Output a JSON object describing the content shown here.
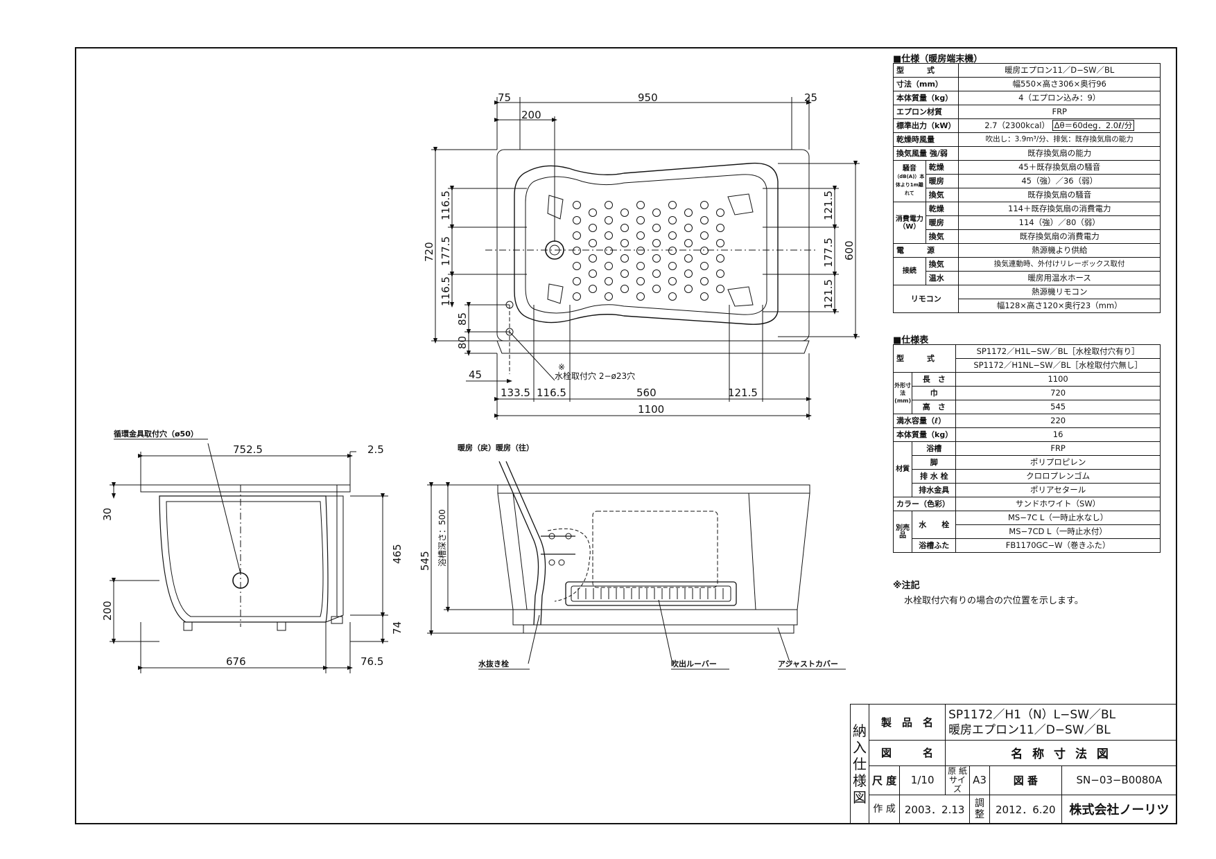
{
  "plan_view": {
    "top_dims": [
      "75",
      "950",
      "25",
      "200"
    ],
    "left_dims": [
      "720",
      "116.5",
      "177.5",
      "116.5",
      "85",
      "80"
    ],
    "right_dims": [
      "121.5",
      "177.5",
      "121.5",
      "600"
    ],
    "bottom_dims": [
      "45",
      "133.5",
      "116.5",
      "560",
      "121.5",
      "1100"
    ],
    "hole_note_mark": "※",
    "hole_note": "水栓取付穴 2−ø23穴"
  },
  "side_view": {
    "callout": "循環金具取付穴（ø50）",
    "top_dims": [
      "752.5",
      "2.5"
    ],
    "left_dims": [
      "30",
      "200"
    ],
    "right_dims": [
      "465",
      "74"
    ],
    "bottom_dims": [
      "676",
      "76.5"
    ]
  },
  "front_view": {
    "callout_top": "暖房（戻）暖房（往）",
    "left_dims": [
      "545",
      "浴槽深さ：500"
    ],
    "callout_drain": "水抜き栓",
    "callout_louver": "吹出ルーバー",
    "callout_cover": "アジャストカバー"
  },
  "spec1": {
    "title": "■仕様（暖房端末機）",
    "rows": {
      "model_l": "型　　　式",
      "model_v": "暖房エプロン11／D−SW／BL",
      "size_l": "寸法（mm）",
      "size_v": "幅550×高さ306×奥行96",
      "weight_l": "本体質量（kg）",
      "weight_v": "4（エプロン込み：9）",
      "mat_l": "エプロン材質",
      "mat_v": "FRP",
      "out_l": "標準出力（kW）",
      "out_v1": "2.7（2300kcal）",
      "out_v2": "Δθ＝60deg．2.0ℓ/分",
      "dry_l": "乾燥時風量",
      "dry_v": "吹出し：3.9m³/分、排気：既存換気扇の能力",
      "vent_l": "換気風量 強/弱",
      "vent_v": "既存換気扇の能力",
      "noise_l": "騒音",
      "noise_sub": "（dB(A)）本体より1m離れて",
      "noise_dry_l": "乾燥",
      "noise_dry_v": "45＋既存換気扇の騒音",
      "noise_heat_l": "暖房",
      "noise_heat_v": "45（強）／36（弱）",
      "noise_vent_l": "換気",
      "noise_vent_v": "既存換気扇の騒音",
      "pow_l": "消費電力（W）",
      "pow_dry_l": "乾燥",
      "pow_dry_v": "114＋既存換気扇の消費電力",
      "pow_heat_l": "暖房",
      "pow_heat_v": "114（強）／80（弱）",
      "pow_vent_l": "換気",
      "pow_vent_v": "既存換気扇の消費電力",
      "src_l": "電　　　源",
      "src_v": "熱源機より供給",
      "conn_l": "接続",
      "conn_vent_l": "換気",
      "conn_vent_v": "換気連動時、外付けリレーボックス取付",
      "conn_water_l": "温水",
      "conn_water_v": "暖房用温水ホース",
      "remote_l": "リモコン",
      "remote_v1": "熱源機リモコン",
      "remote_v2": "幅128×高さ120×奥行23（mm）"
    }
  },
  "spec2": {
    "title": "■仕様表",
    "rows": {
      "model_l": "型　　　式",
      "model_v1": "SP1172／H1L−SW／BL［水栓取付穴有り］",
      "model_v2": "SP1172／H1NL−SW／BL［水栓取付穴無し］",
      "outer_l": "外形寸法(mm)",
      "len_l": "長　さ",
      "len_v": "1100",
      "wid_l": "巾",
      "wid_v": "720",
      "hgt_l": "高　さ",
      "hgt_v": "545",
      "cap_l": "満水容量（ℓ）",
      "cap_v": "220",
      "mass_l": "本体質量（kg）",
      "mass_v": "16",
      "mat_l": "材質",
      "tub_l": "浴槽",
      "tub_v": "FRP",
      "leg_l": "脚",
      "leg_v": "ポリプロピレン",
      "plug_l": "排 水 栓",
      "plug_v": "クロロプレンゴム",
      "fit_l": "排水金具",
      "fit_v": "ポリアセタール",
      "color_l": "カラー（色彩）",
      "color_v": "サンドホワイト（SW）",
      "opt_l": "別売品",
      "tap_l": "水　　栓",
      "tap_v1": "MS−7C L（一時止水なし）",
      "tap_v2": "MS−7CD L（一時止水付）",
      "lid_l": "浴槽ふた",
      "lid_v": "FB1170GC−W（巻きふた）"
    }
  },
  "notes": {
    "title": "※注記",
    "text": "水栓取付穴有りの場合の穴位置を示します。"
  },
  "title_block": {
    "vertical": [
      "納",
      "入",
      "仕",
      "様",
      "図"
    ],
    "product_name_l": "製　品　名",
    "product_name_v1": "SP1172／H1（N）L−SW／BL",
    "product_name_v2": "暖房エプロン11／D−SW／BL",
    "drawing_name_l": "図　　　名",
    "drawing_name_v": "名 称 寸 法 図",
    "scale_l": "尺 度",
    "scale_v": "1/10",
    "paper_l": "原 紙 サイズ",
    "paper_v": "A3",
    "dwg_no_l": "図 番",
    "dwg_no_v": "SN−03−B0080A",
    "created_l": "作 成",
    "created_v": "2003．2.13",
    "revised_l": "調 整",
    "revised_v": "2012．6.20",
    "company": "株式会社ノーリツ"
  }
}
